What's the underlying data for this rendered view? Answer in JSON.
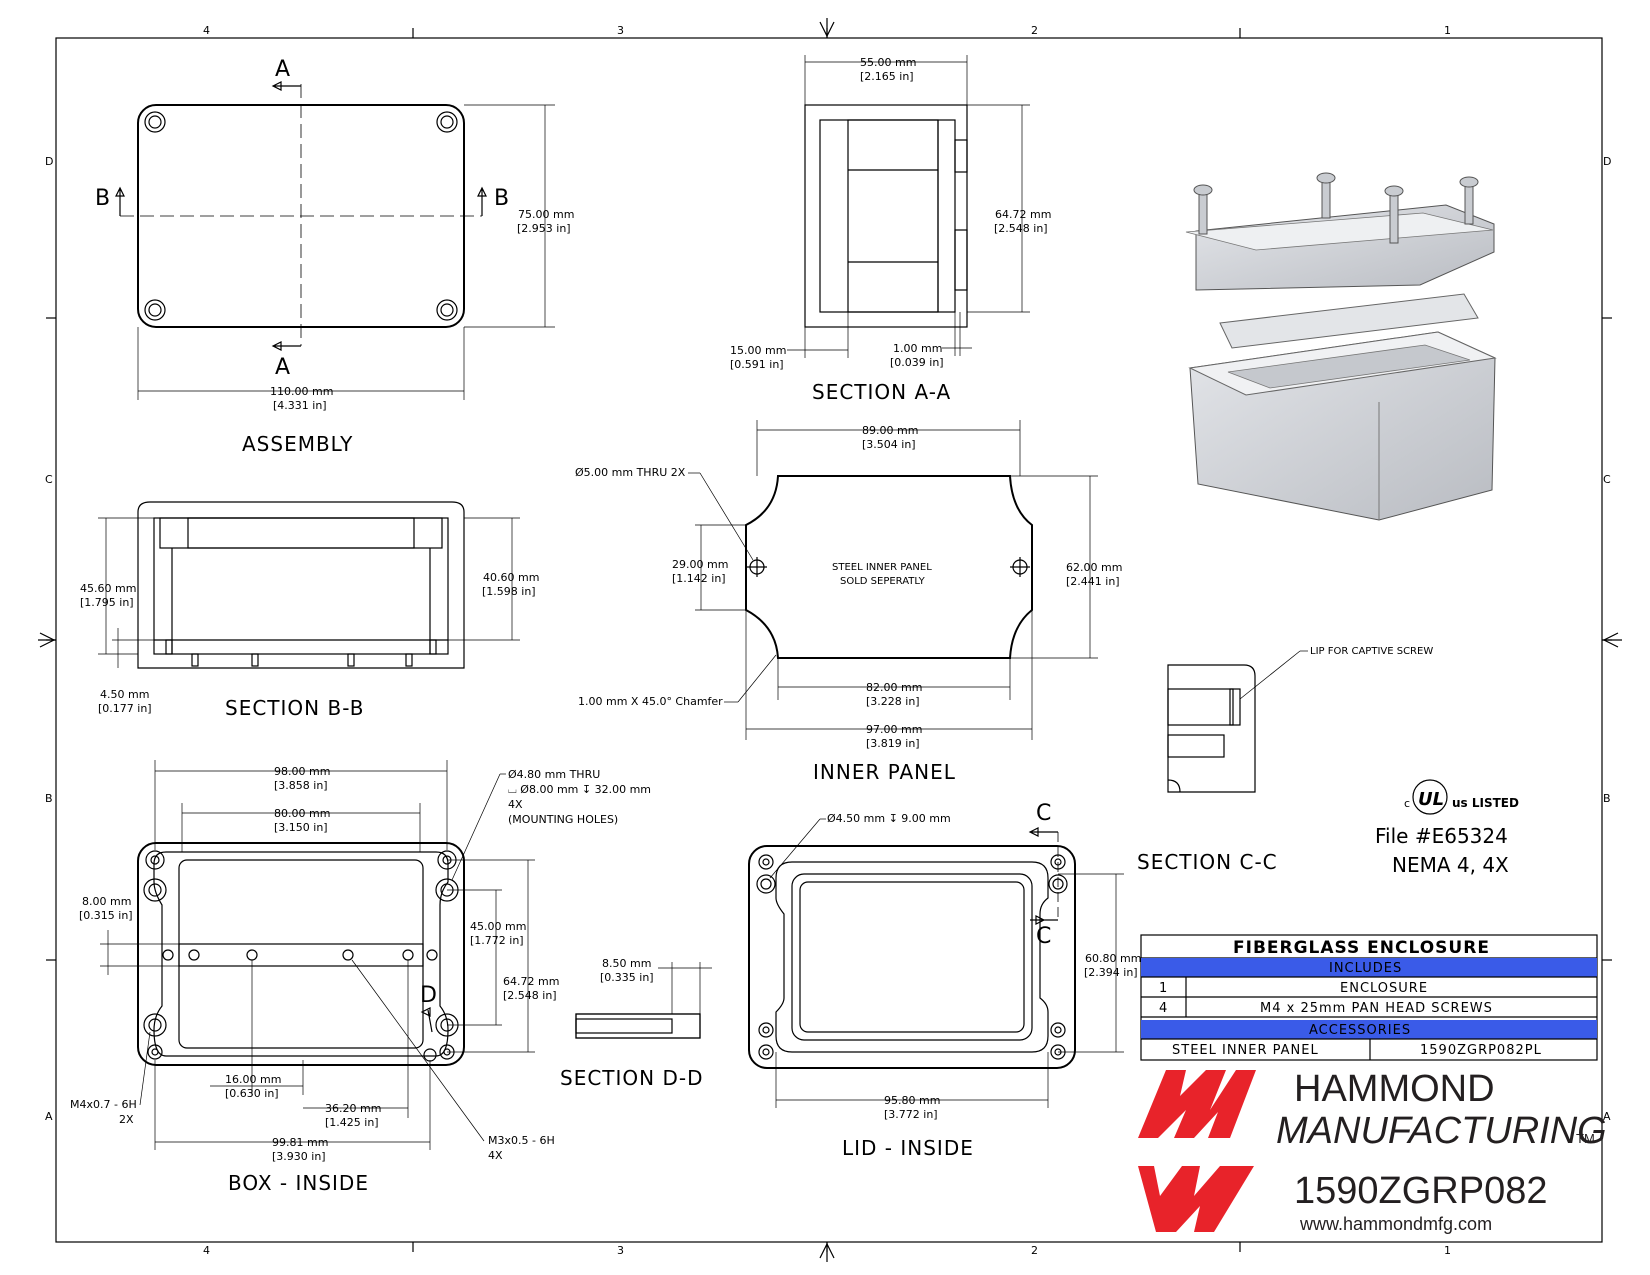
{
  "border": {
    "zones_top": [
      "4",
      "3",
      "2",
      "1"
    ],
    "zones_bottom": [
      "4",
      "3",
      "2",
      "1"
    ],
    "rows_left": [
      "D",
      "C",
      "B",
      "A"
    ],
    "rows_right": [
      "D",
      "C",
      "B",
      "A"
    ]
  },
  "views": {
    "assembly": {
      "title": "ASSEMBLY",
      "section_a": "A",
      "section_b": "B",
      "dim_height": [
        "75.00 mm",
        "[2.953 in]"
      ],
      "dim_width": [
        "110.00 mm",
        "[4.331 in]"
      ]
    },
    "section_aa": {
      "title": "SECTION  A-A",
      "dim_top": [
        "55.00 mm",
        "[2.165 in]"
      ],
      "dim_height": [
        "64.72 mm",
        "[2.548 in]"
      ],
      "dim_left": [
        "15.00 mm",
        "[0.591 in]"
      ],
      "dim_right": [
        "1.00 mm",
        "[0.039 in]"
      ]
    },
    "section_bb": {
      "title": "SECTION  B-B",
      "dim_left": [
        "45.60 mm",
        "[1.795 in]"
      ],
      "dim_right": [
        "40.60 mm",
        "[1.598 in]"
      ],
      "dim_bottom": [
        "4.50 mm",
        "[0.177 in]"
      ]
    },
    "inner_panel": {
      "title": "INNER PANEL",
      "hole_note": "Ø5.00 mm THRU 2X",
      "center_text_1": "STEEL INNER PANEL",
      "center_text_2": "SOLD SEPERATLY",
      "chamfer_note": "1.00 mm X 45.0° Chamfer",
      "dim_top": [
        "89.00 mm",
        "[3.504 in]"
      ],
      "dim_left": [
        "29.00 mm",
        "[1.142 in]"
      ],
      "dim_right": [
        "62.00 mm",
        "[2.441 in]"
      ],
      "dim_inner_bottom": [
        "82.00 mm",
        "[3.228 in]"
      ],
      "dim_bottom": [
        "97.00 mm",
        "[3.819 in]"
      ]
    },
    "box_inside": {
      "title": "BOX - INSIDE",
      "section_d": "D",
      "mount_note_1": "Ø4.80 mm THRU",
      "mount_note_2": "⌴ Ø8.00 mm ↧ 32.00 mm",
      "mount_note_3": "4X",
      "mount_note_4": "(MOUNTING HOLES)",
      "dim_top1": [
        "98.00 mm",
        "[3.858 in]"
      ],
      "dim_top2": [
        "80.00 mm",
        "[3.150 in]"
      ],
      "dim_left": [
        "8.00 mm",
        "[0.315 in]"
      ],
      "dim_right1": [
        "45.00 mm",
        "[1.772 in]"
      ],
      "dim_right2": [
        "64.72 mm",
        "[2.548 in]"
      ],
      "dim_b1": [
        "16.00 mm",
        "[0.630 in]"
      ],
      "dim_b2": [
        "36.20 mm",
        "[1.425 in]"
      ],
      "dim_b3": [
        "99.81 mm",
        "[3.930 in]"
      ],
      "thread_left_1": "M4x0.7 - 6H",
      "thread_left_2": "2X",
      "thread_right_1": "M3x0.5 - 6H",
      "thread_right_2": "4X"
    },
    "section_dd": {
      "title": "SECTION  D-D",
      "dim": [
        "8.50 mm",
        "[0.335 in]"
      ]
    },
    "lid_inside": {
      "title": "LID - INSIDE",
      "section_c": "C",
      "hole_note": "Ø4.50 mm ↧ 9.00 mm",
      "dim_right": [
        "60.80 mm",
        "[2.394 in]"
      ],
      "dim_bottom": [
        "95.80 mm",
        "[3.772 in]"
      ]
    },
    "section_cc": {
      "title": "SECTION  C-C",
      "lip_note": "LIP FOR CAPTIVE SCREW"
    }
  },
  "certification": {
    "ul_c": "c",
    "ul_mark": "UL",
    "ul_listed": "us LISTED",
    "file": "File #E65324",
    "nema": "NEMA 4, 4X"
  },
  "bom": {
    "title": "FIBERGLASS ENCLOSURE",
    "includes_header": "INCLUDES",
    "rows": [
      {
        "qty": "1",
        "desc": "ENCLOSURE"
      },
      {
        "qty": "4",
        "desc": "M4 x 25mm PAN HEAD SCREWS"
      }
    ],
    "accessories_header": "ACCESSORIES",
    "accessory": {
      "desc": "STEEL INNER PANEL",
      "part": "1590ZGRP082PL"
    },
    "header_color": "#3a5be8"
  },
  "brand": {
    "line1": "HAMMOND",
    "line2": "MANUFACTURING",
    "tm": "TM",
    "part_number": "1590ZGRP082",
    "website": "www.hammondmfg.com",
    "logo_color": "#e8232a"
  }
}
